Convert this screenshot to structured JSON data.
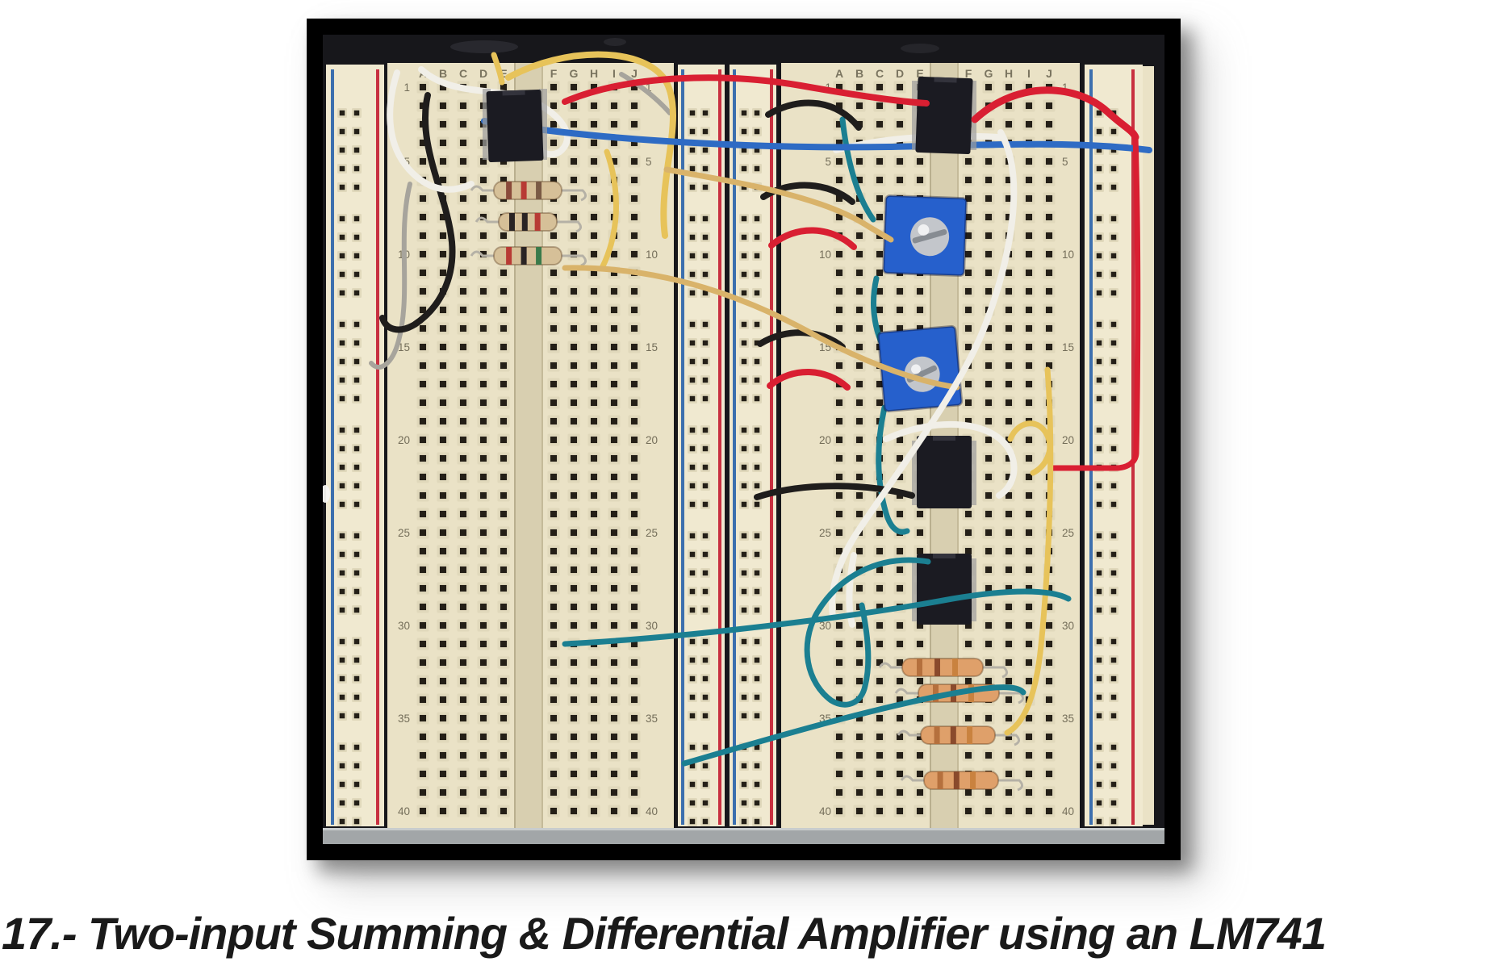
{
  "figure": {
    "caption": "17.- Two-input Summing & Differential Amplifier using an LM741"
  },
  "photo": {
    "description": "Photograph of two solderless breadboards wired as a two-input summing and differential amplifier circuit",
    "boards": {
      "column_labels_left": [
        "A",
        "B",
        "C",
        "D",
        "E"
      ],
      "column_labels_right": [
        "F",
        "G",
        "H",
        "I",
        "J"
      ],
      "row_labels": [
        "1",
        "5",
        "10",
        "15",
        "20",
        "25",
        "30",
        "35",
        "40"
      ]
    },
    "components": {
      "dip8_ic_count": 4,
      "blue_trimpot_count": 2,
      "tan_resistor_count": 3,
      "orange_resistor_count": 4,
      "jumper_wire_colors": [
        "red",
        "yellow",
        "white",
        "black",
        "blue",
        "teal",
        "gray"
      ]
    },
    "colors": {
      "frame": "#000000",
      "photo_bg": "#17171b",
      "board": "#eae2c6",
      "board_light": "#f0e9d0",
      "channel": "#d8cfb0",
      "hole": "#241f17",
      "hole_cell": "#e0d8bb",
      "stripe_blue": "#3c6fae",
      "stripe_red": "#c83040",
      "label": "#5f5946",
      "wire_red": "#d91f32",
      "wire_yellow": "#e7c35a",
      "wire_tan": "#d9b36a",
      "wire_white": "#f1efe8",
      "wire_black": "#1f1d1c",
      "wire_blue": "#2e6bc4",
      "wire_teal": "#1b7f91",
      "wire_gray": "#a7a49c",
      "ic_body": "#1b1b22",
      "pot_blue": "#2660cc",
      "screw": "#c3c6cb",
      "resistor_tan": "#d6c098",
      "resistor_orange": "#dfa06a",
      "shelf_gray": "#a2a6a8",
      "caption_color": "#1a1a1a"
    }
  }
}
